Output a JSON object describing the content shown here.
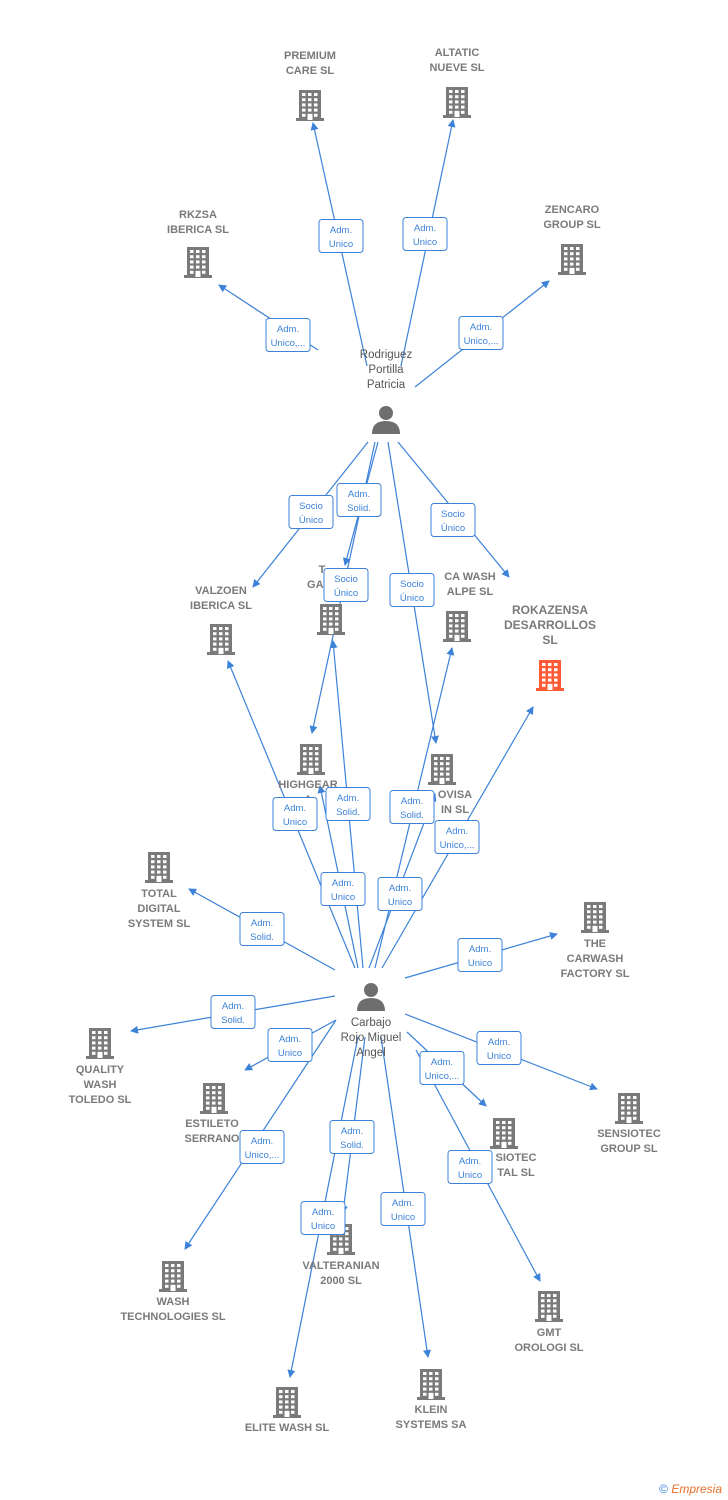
{
  "colors": {
    "edge": "#3c82d8",
    "building": "#7a7a7a",
    "focus_building": "#ff5a36",
    "person": "#6e6e6e"
  },
  "persons": [
    {
      "id": "rodriguez",
      "label": [
        "Rodriguez",
        "Portilla",
        "Patricia"
      ]
    },
    {
      "id": "carbajo",
      "label": [
        "Carbajo",
        "Rojo Miguel",
        "Angel"
      ]
    }
  ],
  "companies": [
    {
      "id": "premium",
      "label": [
        "PREMIUM",
        "CARE  SL"
      ]
    },
    {
      "id": "altatic",
      "label": [
        "ALTATIC",
        "NUEVE  SL"
      ]
    },
    {
      "id": "rkzsa",
      "label": [
        "RKZSA",
        "IBERICA  SL"
      ]
    },
    {
      "id": "zencaro",
      "label": [
        "ZENCARO",
        "GROUP  SL"
      ]
    },
    {
      "id": "valzoen",
      "label": [
        "VALZOEN",
        "IBERICA  SL"
      ]
    },
    {
      "id": "tgall",
      "label": [
        "T",
        "GALL"
      ]
    },
    {
      "id": "cawash",
      "label": [
        "CA WASH",
        "ALPE SL"
      ]
    },
    {
      "id": "rokazensa",
      "label": [
        "ROKAZENSA",
        "DESARROLLOS",
        "SL"
      ],
      "focus": true
    },
    {
      "id": "highgear",
      "label": [
        "HIGHGEAR",
        "A"
      ]
    },
    {
      "id": "ovisa",
      "label": [
        "OVISA",
        "IN  SL"
      ]
    },
    {
      "id": "total",
      "label": [
        "TOTAL",
        "DIGITAL",
        "SYSTEM SL"
      ]
    },
    {
      "id": "carwash",
      "label": [
        "THE",
        "CARWASH",
        "FACTORY  SL"
      ]
    },
    {
      "id": "quality",
      "label": [
        "QUALITY",
        "WASH",
        "TOLEDO SL"
      ]
    },
    {
      "id": "estileto",
      "label": [
        "ESTILETO",
        "SERRANO"
      ]
    },
    {
      "id": "sensiotecd",
      "label": [
        "SIOTEC",
        "TAL  SL"
      ]
    },
    {
      "id": "sensiotecg",
      "label": [
        "SENSIOTEC",
        "GROUP  SL"
      ]
    },
    {
      "id": "washtech",
      "label": [
        "WASH",
        "TECHNOLOGIES SL"
      ]
    },
    {
      "id": "valteranian",
      "label": [
        "VALTERANIAN",
        "2000 SL"
      ]
    },
    {
      "id": "gmt",
      "label": [
        "GMT",
        "OROLOGI SL"
      ]
    },
    {
      "id": "elite",
      "label": [
        "ELITE WASH SL"
      ]
    },
    {
      "id": "klein",
      "label": [
        "KLEIN",
        "SYSTEMS SA"
      ]
    }
  ],
  "edges": [
    {
      "from": "rodriguez",
      "to": "premium",
      "label": [
        "Adm.",
        "Unico"
      ]
    },
    {
      "from": "rodriguez",
      "to": "altatic",
      "label": [
        "Adm.",
        "Unico"
      ]
    },
    {
      "from": "rodriguez",
      "to": "rkzsa",
      "label": [
        "Adm.",
        "Unico,..."
      ]
    },
    {
      "from": "rodriguez",
      "to": "zencaro",
      "label": [
        "Adm.",
        "Unico,..."
      ]
    },
    {
      "from": "rodriguez",
      "to": "valzoen",
      "label": [
        "Socio",
        "Único"
      ]
    },
    {
      "from": "rodriguez",
      "to": "tgall",
      "label": [
        "Adm.",
        "Solid."
      ]
    },
    {
      "from": "rodriguez",
      "to": "highgear",
      "label": [
        "Socio",
        "Único"
      ]
    },
    {
      "from": "rodriguez",
      "to": "ovisa",
      "label": [
        "Socio",
        "Único"
      ]
    },
    {
      "from": "rodriguez",
      "to": "rokazensa",
      "label": [
        "Socio",
        "Único"
      ]
    },
    {
      "from": "carbajo",
      "to": "valzoen",
      "label": [
        "Adm.",
        "Unico"
      ]
    },
    {
      "from": "carbajo",
      "to": "tgall",
      "label": [
        "Adm.",
        "Solid."
      ]
    },
    {
      "from": "carbajo",
      "to": "highgear",
      "label": [
        "Adm.",
        "Unico"
      ]
    },
    {
      "from": "carbajo",
      "to": "cawash",
      "label": [
        "Adm.",
        "Solid."
      ]
    },
    {
      "from": "carbajo",
      "to": "ovisa",
      "label": [
        "Adm.",
        "Unico"
      ]
    },
    {
      "from": "carbajo",
      "to": "rokazensa",
      "label": [
        "Adm.",
        "Unico,..."
      ]
    },
    {
      "from": "carbajo",
      "to": "total",
      "label": [
        "Adm.",
        "Solid."
      ]
    },
    {
      "from": "carbajo",
      "to": "carwash",
      "label": [
        "Adm.",
        "Unico"
      ]
    },
    {
      "from": "carbajo",
      "to": "quality",
      "label": [
        "Adm.",
        "Solid."
      ]
    },
    {
      "from": "carbajo",
      "to": "estileto",
      "label": [
        "Adm.",
        "Unico"
      ]
    },
    {
      "from": "carbajo",
      "to": "sensiotecd",
      "label": [
        "Adm.",
        "Unico,..."
      ]
    },
    {
      "from": "carbajo",
      "to": "sensiotecg",
      "label": [
        "Adm.",
        "Unico"
      ]
    },
    {
      "from": "carbajo",
      "to": "washtech",
      "label": [
        "Adm.",
        "Unico,..."
      ]
    },
    {
      "from": "carbajo",
      "to": "valteranian",
      "label": [
        "Adm.",
        "Solid."
      ]
    },
    {
      "from": "carbajo",
      "to": "gmt",
      "label": [
        "Adm.",
        "Unico"
      ]
    },
    {
      "from": "carbajo",
      "to": "elite",
      "label": [
        "Adm.",
        "Unico"
      ]
    },
    {
      "from": "carbajo",
      "to": "klein",
      "label": [
        "Adm.",
        "Unico"
      ]
    }
  ],
  "footer": {
    "copyright": "©",
    "brand": "Empresia"
  }
}
